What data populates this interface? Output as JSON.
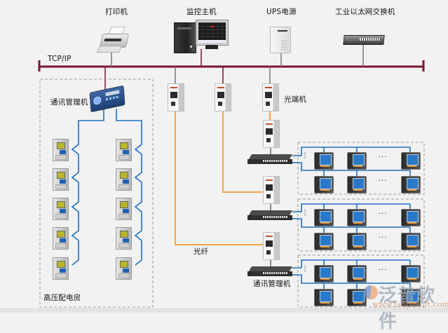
{
  "top_labels": {
    "printer": "打印机",
    "monitor_host": "监控主机",
    "ups": "UPS电源",
    "ethernet_switch": "工业以太网交换机"
  },
  "bus_label": "TCP/IP",
  "hv_room": {
    "title": "高压配电房",
    "comm_manager": "通讯管理机",
    "relay_columns": 2,
    "relays_per_column": 5
  },
  "optical_converter_label": "光端机",
  "fiber_label": "光纤",
  "comm_manager_label": "通讯管理机",
  "meter_groups": [
    {
      "rows": [
        [
          "meter",
          "meter",
          "···",
          "meter"
        ],
        [
          "meter",
          "meter",
          "···",
          "meter"
        ]
      ]
    },
    {
      "rows": [
        [
          "meter",
          "meter",
          "···",
          "meter"
        ],
        [
          "meter",
          "meter",
          "···",
          "meter"
        ]
      ]
    },
    {
      "rows": [
        [
          "meter",
          "meter",
          "···",
          "meter"
        ],
        [
          "meter",
          "meter",
          "···",
          "meter"
        ]
      ]
    }
  ],
  "ellipsis": "···",
  "vertical_ellipsis": "⋮",
  "watermark": {
    "brand": "泛普软件",
    "url": "www.fanpusoft.com"
  },
  "colors": {
    "bus": "#7b1530",
    "fiber": "#f5a642",
    "rs485": "#1a6fc4",
    "ethernet_drop": "#777777",
    "background": "#f2f2f2"
  }
}
